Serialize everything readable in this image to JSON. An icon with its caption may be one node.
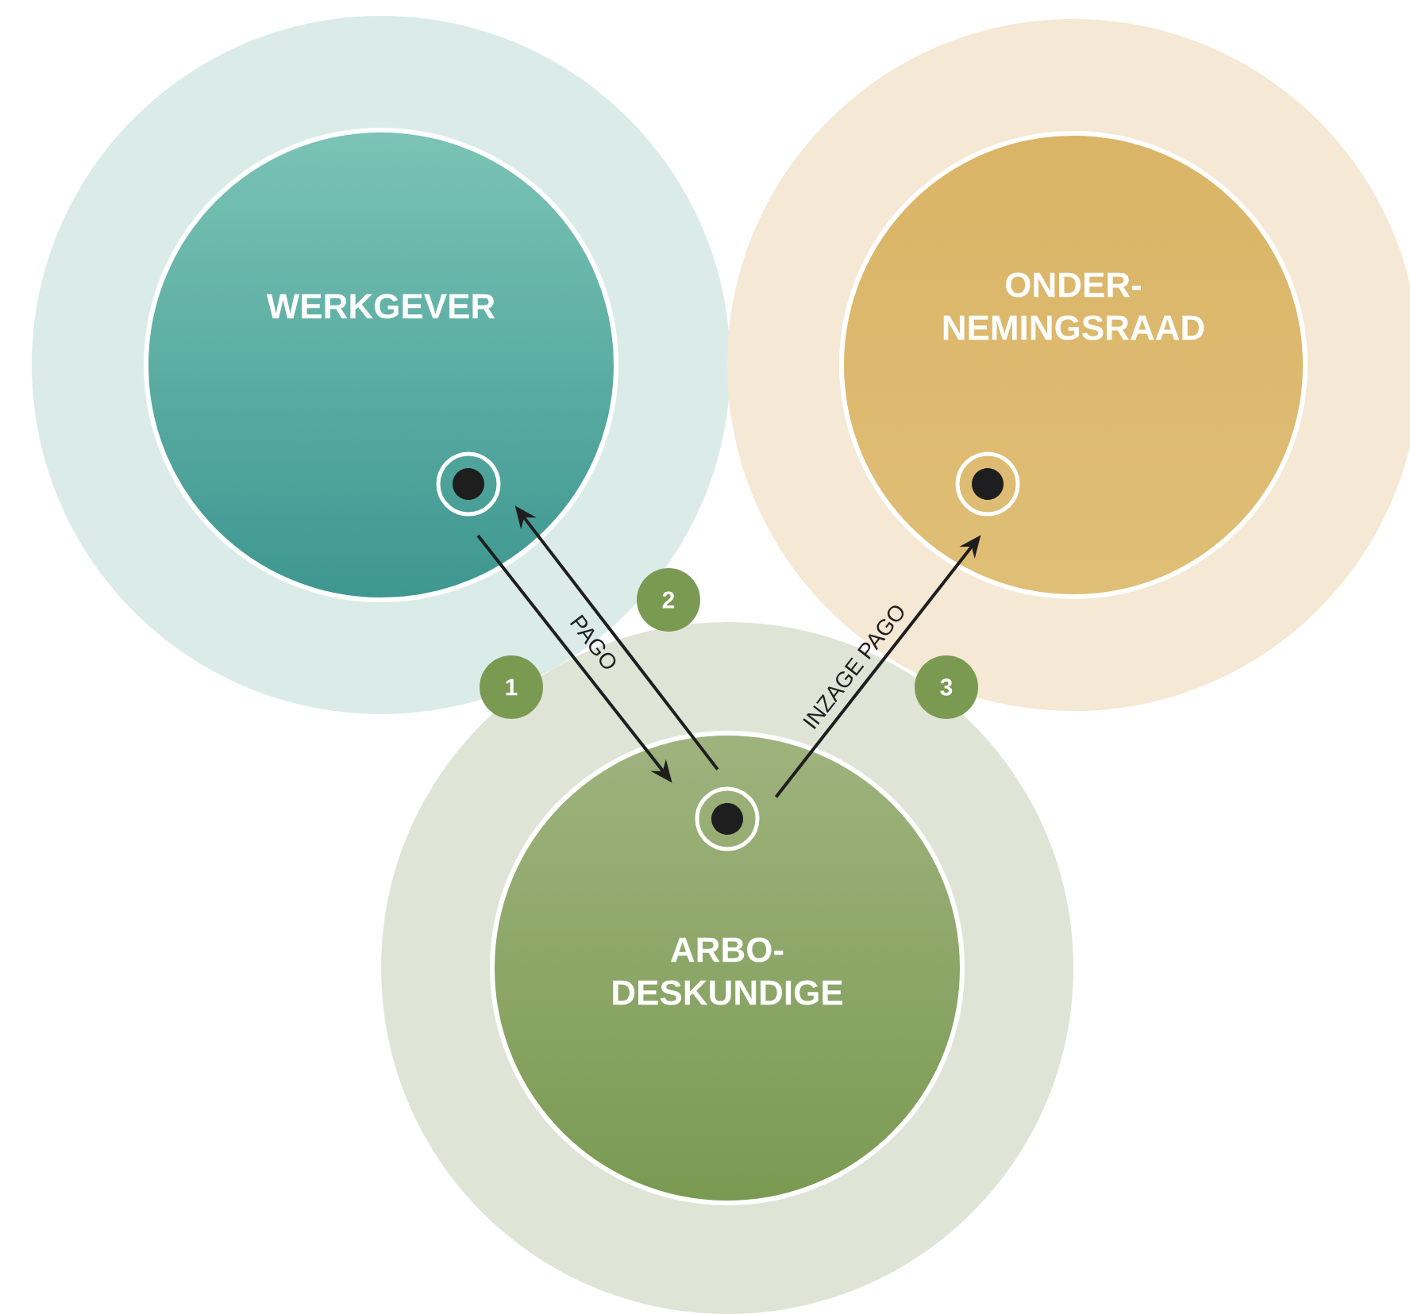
{
  "diagram": {
    "nodes": [
      {
        "text": [
          "WERKGEVER"
        ]
      },
      {
        "text": [
          "ONDER- NEMINGSRAAD"
        ]
      },
      {
        "text": [
          "ARBO- DESKUNDIGE"
        ]
      },
      {
        "text": [],
        "shape": "circle",
        "in": 0
      },
      {
        "text": [],
        "shape": "circle",
        "in": 1
      },
      {
        "text": [],
        "shape": "circle",
        "in": 2
      }
    ],
    "edges": [
      {
        "from": 3,
        "to": 5,
        "arrow": "to",
        "label": "PAGO"
      },
      {
        "from": 5,
        "to": 3,
        "arrow": "to"
      },
      {
        "from": 5,
        "to": 4,
        "arrow": "to",
        "label": "INZAGE PAGO"
      }
    ],
    "labels": [
      "2",
      "1",
      "3"
    ]
  }
}
